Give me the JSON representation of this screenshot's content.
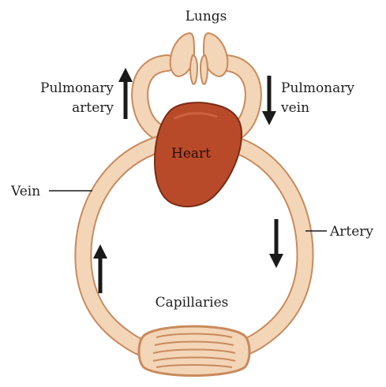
{
  "labels": {
    "lungs": "Lungs",
    "pulmonary_artery_line1": "Pulmonary",
    "pulmonary_artery_line2": "artery",
    "pulmonary_vein_line1": "Pulmonary",
    "pulmonary_vein_line2": "vein",
    "heart": "Heart",
    "vein": "Vein",
    "artery": "Artery",
    "capillaries": "Capillaries"
  },
  "colors": {
    "vessel_fill": "#f3d5b8",
    "vessel_stroke": "#c98a5c",
    "heart_fill": "#b84a2a",
    "heart_stroke": "#7a2b14",
    "arrow": "#1a1a1a"
  },
  "arrows": {
    "pulmonary_artery": "up",
    "pulmonary_vein": "down",
    "artery": "down",
    "vein": "up"
  }
}
